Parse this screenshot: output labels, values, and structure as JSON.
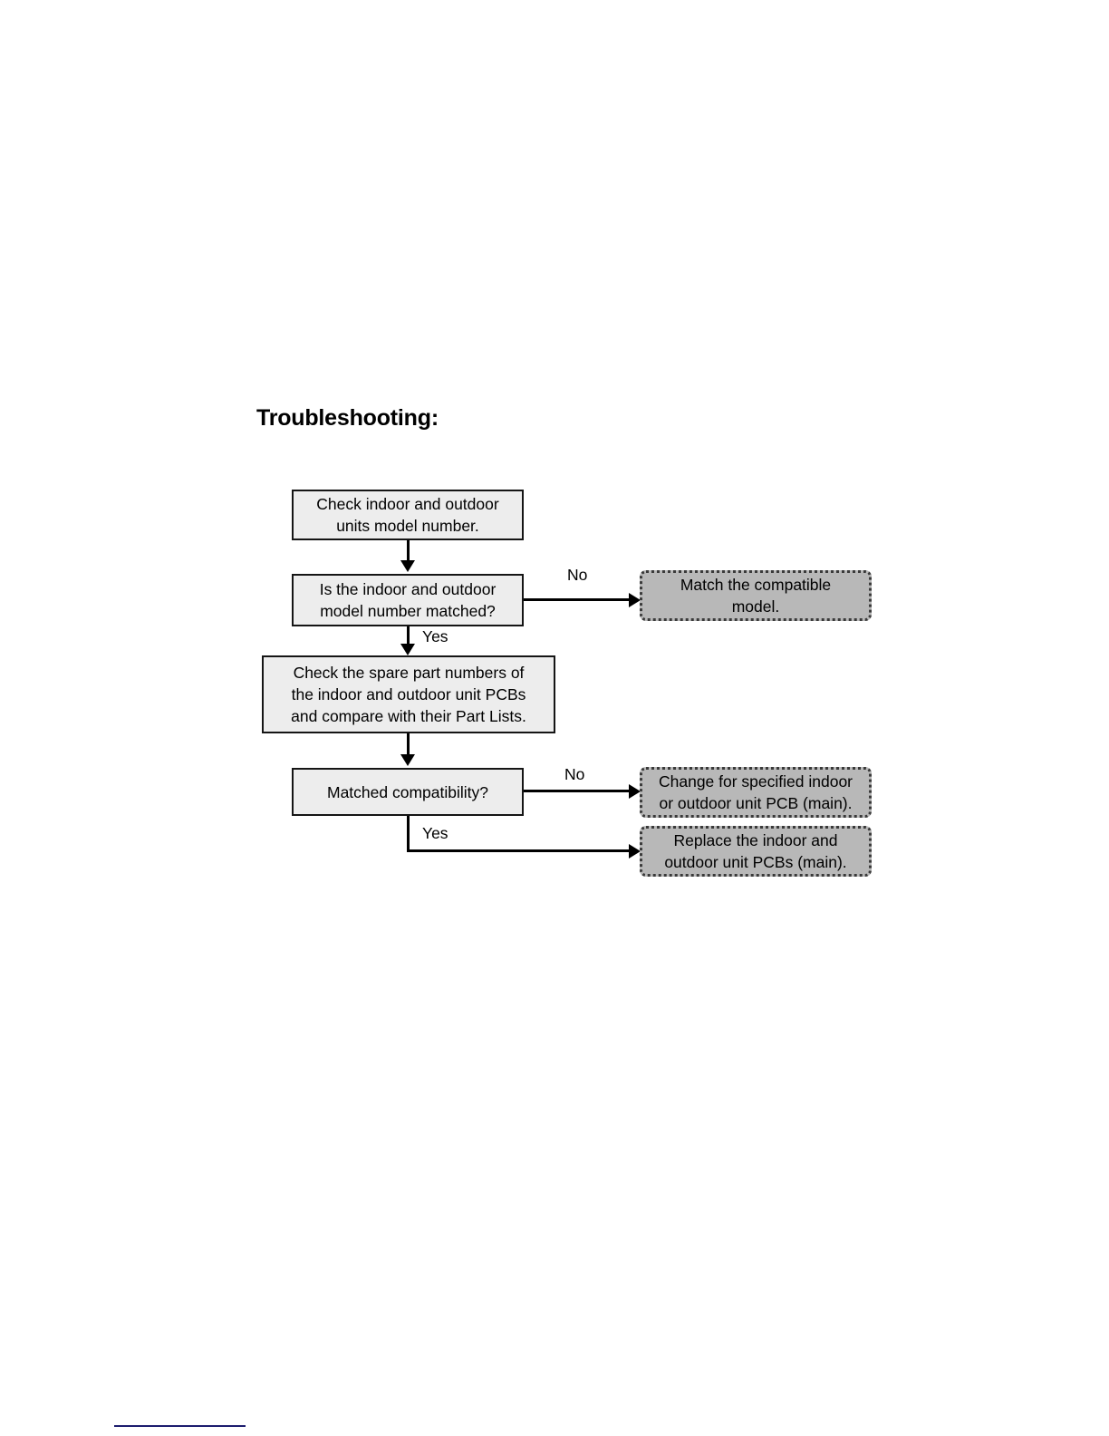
{
  "document": {
    "title": "Troubleshooting:"
  },
  "flowchart": {
    "nodes": [
      {
        "id": "check-model-number",
        "type": "process",
        "text": "Check indoor and outdoor\nunits model number."
      },
      {
        "id": "model-number-matched",
        "type": "decision",
        "text": "Is the indoor and outdoor\nmodel number matched?"
      },
      {
        "id": "match-compatible-model",
        "type": "terminal",
        "text": "Match the compatible\nmodel."
      },
      {
        "id": "check-spare-part-numbers",
        "type": "process",
        "text": "Check the spare part numbers of\nthe indoor and outdoor unit PCBs\nand compare with their Part Lists."
      },
      {
        "id": "matched-compatibility",
        "type": "decision",
        "text": "Matched compatibility?"
      },
      {
        "id": "change-specified-pcb",
        "type": "terminal",
        "text": "Change for specified indoor\nor outdoor unit PCB (main)."
      },
      {
        "id": "replace-pcbs",
        "type": "terminal",
        "text": "Replace the indoor and\noutdoor unit PCBs (main)."
      }
    ],
    "edge_labels": {
      "model_no": "No",
      "model_yes": "Yes",
      "compat_no": "No",
      "compat_yes": "Yes"
    },
    "colors": {
      "process_fill": "#ededed",
      "process_border": "#151515",
      "terminal_fill": "#b8b8b8",
      "terminal_border": "#3a3a3a",
      "connector": "#000000",
      "footer_rule": "#1c1c6e"
    }
  }
}
